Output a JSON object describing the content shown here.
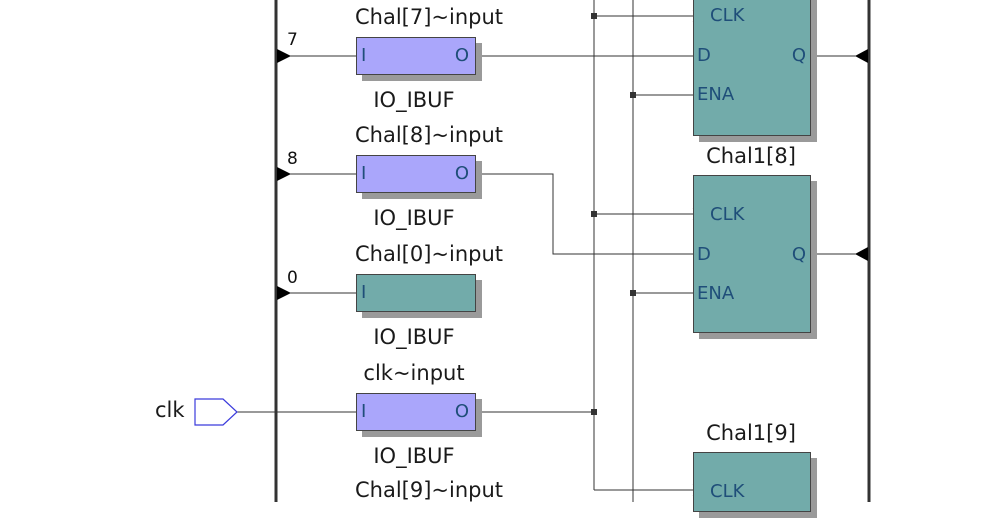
{
  "diagram": {
    "type": "RTL schematic (netlist viewer)",
    "colors": {
      "ibuf_fill": "#aaa6fb",
      "ibuf_unconnected_fill": "#72abaa",
      "register_fill": "#72abaa",
      "wire": "#333333",
      "port_text": "#1f4e79",
      "input_pin_outline": "#3b3bdc"
    },
    "input_pins": [
      {
        "name": "clk",
        "icon": "input-pin-icon"
      }
    ],
    "bus_taps": [
      {
        "index": "7"
      },
      {
        "index": "8"
      },
      {
        "index": "0"
      }
    ],
    "ibufs": [
      {
        "instance": "Chal[7]~input",
        "type": "IO_IBUF",
        "in_port": "I",
        "out_port": "O",
        "connected": true
      },
      {
        "instance": "Chal[8]~input",
        "type": "IO_IBUF",
        "in_port": "I",
        "out_port": "O",
        "connected": true
      },
      {
        "instance": "Chal[0]~input",
        "type": "IO_IBUF",
        "in_port": "I",
        "out_port": "",
        "connected": false
      },
      {
        "instance": "clk~input",
        "type": "IO_IBUF",
        "in_port": "I",
        "out_port": "O",
        "connected": true
      },
      {
        "instance": "Chal[9]~input",
        "type": "",
        "in_port": "",
        "out_port": "",
        "connected": true
      }
    ],
    "registers": [
      {
        "instance": "",
        "ports": {
          "clk": "CLK",
          "d": "D",
          "ena": "ENA",
          "q": "Q"
        }
      },
      {
        "instance": "Chal1[8]",
        "ports": {
          "clk": "CLK",
          "d": "D",
          "ena": "ENA",
          "q": "Q"
        }
      },
      {
        "instance": "Chal1[9]",
        "ports": {
          "clk": "CLK",
          "d": "",
          "ena": "",
          "q": ""
        }
      }
    ]
  }
}
